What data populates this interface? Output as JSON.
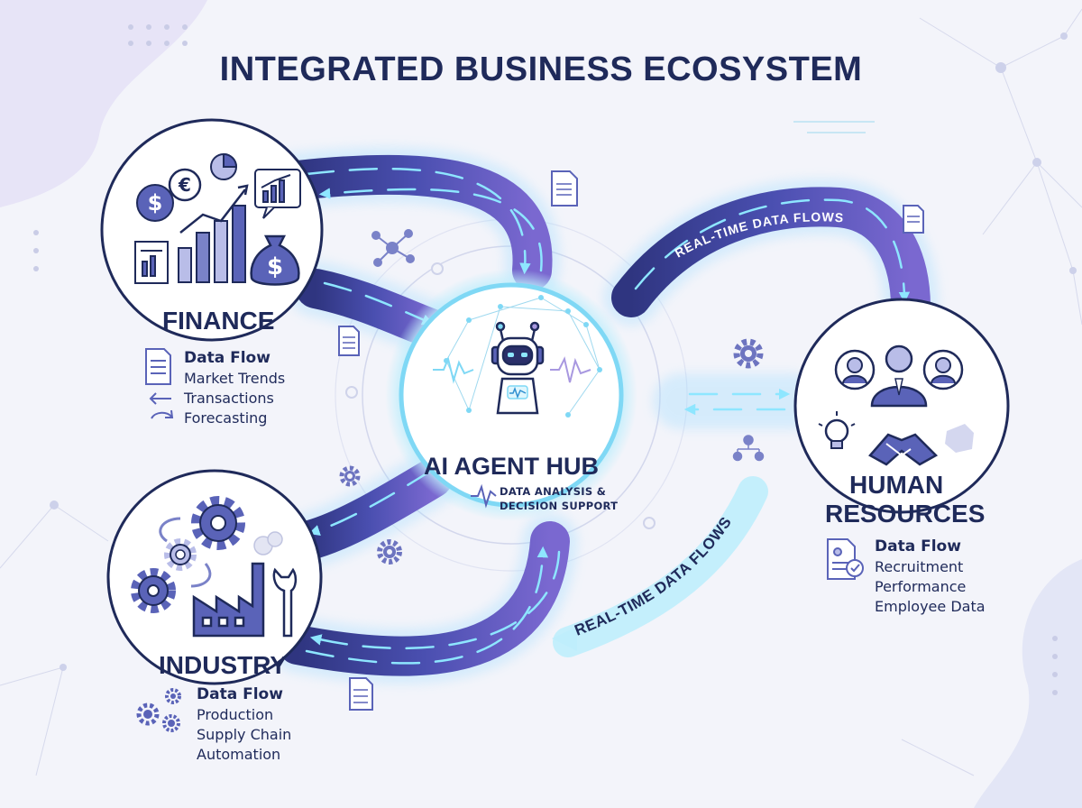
{
  "title": "INTEGRATED BUSINESS ECOSYSTEM",
  "hub": {
    "title": "AI AGENT HUB",
    "subtitle_line1": "DATA ANALYSIS &",
    "subtitle_line2": "DECISION SUPPORT",
    "icon": "robot-icon"
  },
  "flow_labels": {
    "top": "REAL-TIME DATA FLOWS",
    "bottom": "REAL-TIME DATA FLOWS"
  },
  "nodes": {
    "finance": {
      "title": "FINANCE",
      "flow_head": "Data Flow",
      "items": [
        "Market Trends",
        "Transactions",
        "Forecasting"
      ],
      "icons": [
        "dollar-coin-icon",
        "euro-coin-icon",
        "pie-chart-icon",
        "bar-chart-icon",
        "money-bag-icon",
        "report-icon"
      ]
    },
    "industry": {
      "title": "INDUSTRY",
      "flow_head": "Data Flow",
      "items": [
        "Production",
        "Supply Chain",
        "Automation"
      ],
      "icons": [
        "gear-icon",
        "factory-icon",
        "wrench-icon"
      ]
    },
    "hr": {
      "title": "HUMAN",
      "title_line2": "RESOURCES",
      "flow_head": "Data Flow",
      "items": [
        "Recruitment",
        "Performance",
        "Employee Data"
      ],
      "icons": [
        "people-icon",
        "handshake-icon",
        "lightbulb-icon",
        "id-card-icon"
      ]
    }
  },
  "colors": {
    "navy": "#1f2a5a",
    "accent": "#5a63b8",
    "glow": "#6fd6f5",
    "flow": "#3a3f8f",
    "lavender": "#b9bde8"
  }
}
